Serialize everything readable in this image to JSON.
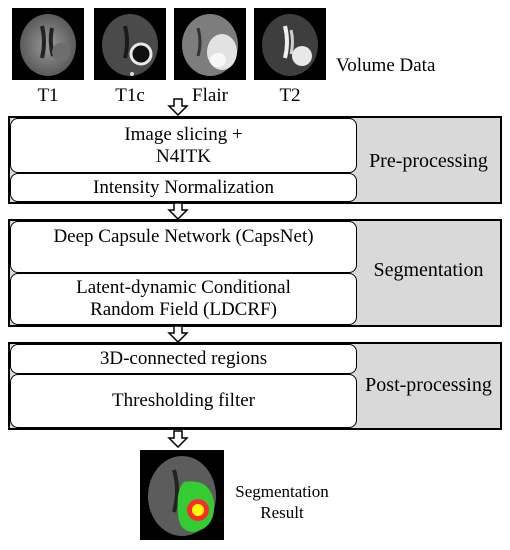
{
  "inputs": {
    "volume_label": "Volume Data",
    "modalities": [
      {
        "name": "T1",
        "icon": "mri-t1-icon"
      },
      {
        "name": "T1c",
        "icon": "mri-t1c-icon"
      },
      {
        "name": "Flair",
        "icon": "mri-flair-icon"
      },
      {
        "name": "T2",
        "icon": "mri-t2-icon"
      }
    ]
  },
  "stages": [
    {
      "title": "Pre-processing",
      "steps": [
        "Image slicing +\nN4ITK",
        "Intensity Normalization"
      ]
    },
    {
      "title": "Segmentation",
      "steps": [
        "Deep Capsule Network (CapsNet)",
        "Latent-dynamic Conditional\nRandom Field (LDCRF)"
      ]
    },
    {
      "title": "Post-processing",
      "steps": [
        "3D-connected regions",
        "Thresholding filter"
      ]
    }
  ],
  "output": {
    "label": "Segmentation\nResult",
    "icon": "segmentation-result-icon",
    "colors": {
      "whole_tumor": "#33cc33",
      "core": "#ff2a2a",
      "enhancing": "#ffff00"
    }
  }
}
